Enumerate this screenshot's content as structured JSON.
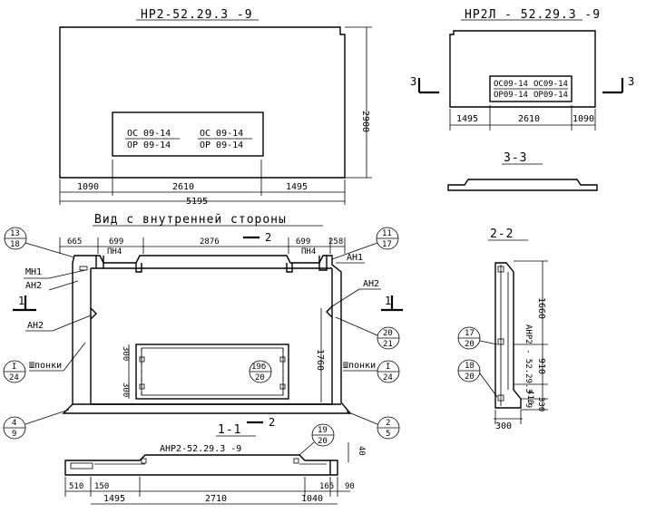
{
  "top_left": {
    "title": "НР2-52.29.3 -9",
    "window_labels": [
      "ОС 09-14",
      "ОР 09-14",
      "ОС 09-14",
      "ОР 09-14"
    ],
    "dims_bottom": [
      "1090",
      "2610",
      "1495"
    ],
    "dim_total": "5195",
    "dim_height": "2900"
  },
  "top_right": {
    "title": "НР2Л - 52.29.3 -9",
    "window_labels": [
      "ОС09-14",
      "ОС09-14",
      "ОР09-14",
      "ОР09-14"
    ],
    "dims_bottom": [
      "1495",
      "2610",
      "1090"
    ],
    "cut_label": "3"
  },
  "section_33": {
    "title": "3-3"
  },
  "section_22": {
    "title": "2-2",
    "dims": [
      "1660",
      "910",
      "410",
      "330",
      "300"
    ],
    "mark": "АНР2 - 52.29.3 -9",
    "circles": [
      {
        "top": "17",
        "bottom": "20"
      },
      {
        "top": "18",
        "bottom": "20"
      }
    ]
  },
  "view_inner": {
    "title": "Вид с внутренней стороны",
    "dims_top": [
      "665",
      "699",
      "2876",
      "699",
      "258"
    ],
    "pnch": [
      "ПН4",
      "ПН4"
    ],
    "cut_2": "2",
    "labels": {
      "mn1": "МН1",
      "an2_left": "АН2",
      "an2_left2": "АН2",
      "an1": "АН1",
      "an2_right": "АН2",
      "shponki_left": "Шпонки",
      "shponki_right": "Шпонки",
      "cut_1": "1"
    },
    "dims_window": [
      "300",
      "300"
    ],
    "dim_1760": "1760",
    "circles": [
      {
        "top": "13",
        "bottom": "18"
      },
      {
        "top": "11",
        "bottom": "17"
      },
      {
        "top": "I",
        "bottom": "24"
      },
      {
        "top": "20",
        "bottom": "21"
      },
      {
        "top": "I",
        "bottom": "24"
      },
      {
        "top": "4",
        "bottom": "9"
      },
      {
        "top": "2",
        "bottom": "5"
      },
      {
        "top": "19б",
        "bottom": "20"
      }
    ]
  },
  "section_11": {
    "title": "1-1",
    "mark": "АНР2-52.29.3 -9",
    "dims": [
      "510",
      "150",
      "1495",
      "2710",
      "1040",
      "165",
      "90",
      "40"
    ],
    "circle": {
      "top": "19",
      "bottom": "20"
    }
  }
}
